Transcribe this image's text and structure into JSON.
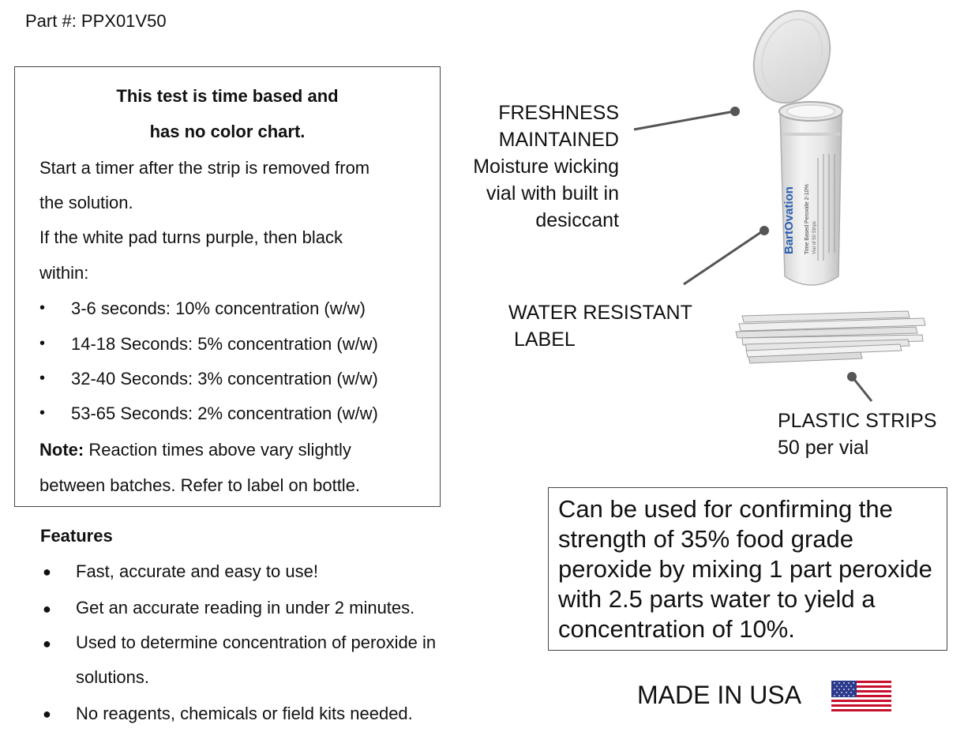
{
  "part_number": "Part #: PPX01V50",
  "test_box": {
    "heading_line1": "This test is time based and",
    "heading_line2": "has no color chart.",
    "line1": "Start a timer after the strip is removed from",
    "line2": "the solution.",
    "line3": "If the white pad turns purple, then black",
    "line4": "within:",
    "bullet_char": "•",
    "times": [
      "3-6 seconds: 10% concentration (w/w)",
      "14-18 Seconds: 5% concentration (w/w)",
      "32-40 Seconds: 3% concentration (w/w)",
      "53-65 Seconds: 2% concentration (w/w)"
    ],
    "note_label": "Note:",
    "note_line1": " Reaction times above vary slightly",
    "note_line2": "between batches. Refer to label on bottle."
  },
  "features": {
    "title": "Features",
    "bullet_char": "●",
    "items": [
      "Fast, accurate and easy to use!",
      "Get an accurate reading in under 2 minutes.",
      "Used to determine concentration of peroxide in",
      "solutions.",
      "No reagents, chemicals or field kits needed."
    ]
  },
  "callouts": {
    "freshness_line1": "FRESHNESS",
    "freshness_line2": "MAINTAINED",
    "freshness_line3": "Moisture wicking",
    "freshness_line4": "vial with built in",
    "freshness_line5": "desiccant",
    "water_line1": "WATER RESISTANT",
    "water_line2": " LABEL",
    "strips_line1": "PLASTIC STRIPS",
    "strips_line2": "50 per vial"
  },
  "vial_label": {
    "brand": "BartOvation",
    "title": "Time Based Peroxide 2-10%",
    "sub": "Vial of 50 Strips"
  },
  "info_box": {
    "text": "Can be used for confirming the strength of 35% food grade peroxide by mixing 1 part peroxide with 2.5 parts water to yield a concentration of 10%."
  },
  "made_in": "MADE IN USA",
  "colors": {
    "flag_red": "#c8102e",
    "flag_blue": "#2b3a8c",
    "brand_blue": "#2a5fb0",
    "brand_orange": "#e07a1f"
  }
}
